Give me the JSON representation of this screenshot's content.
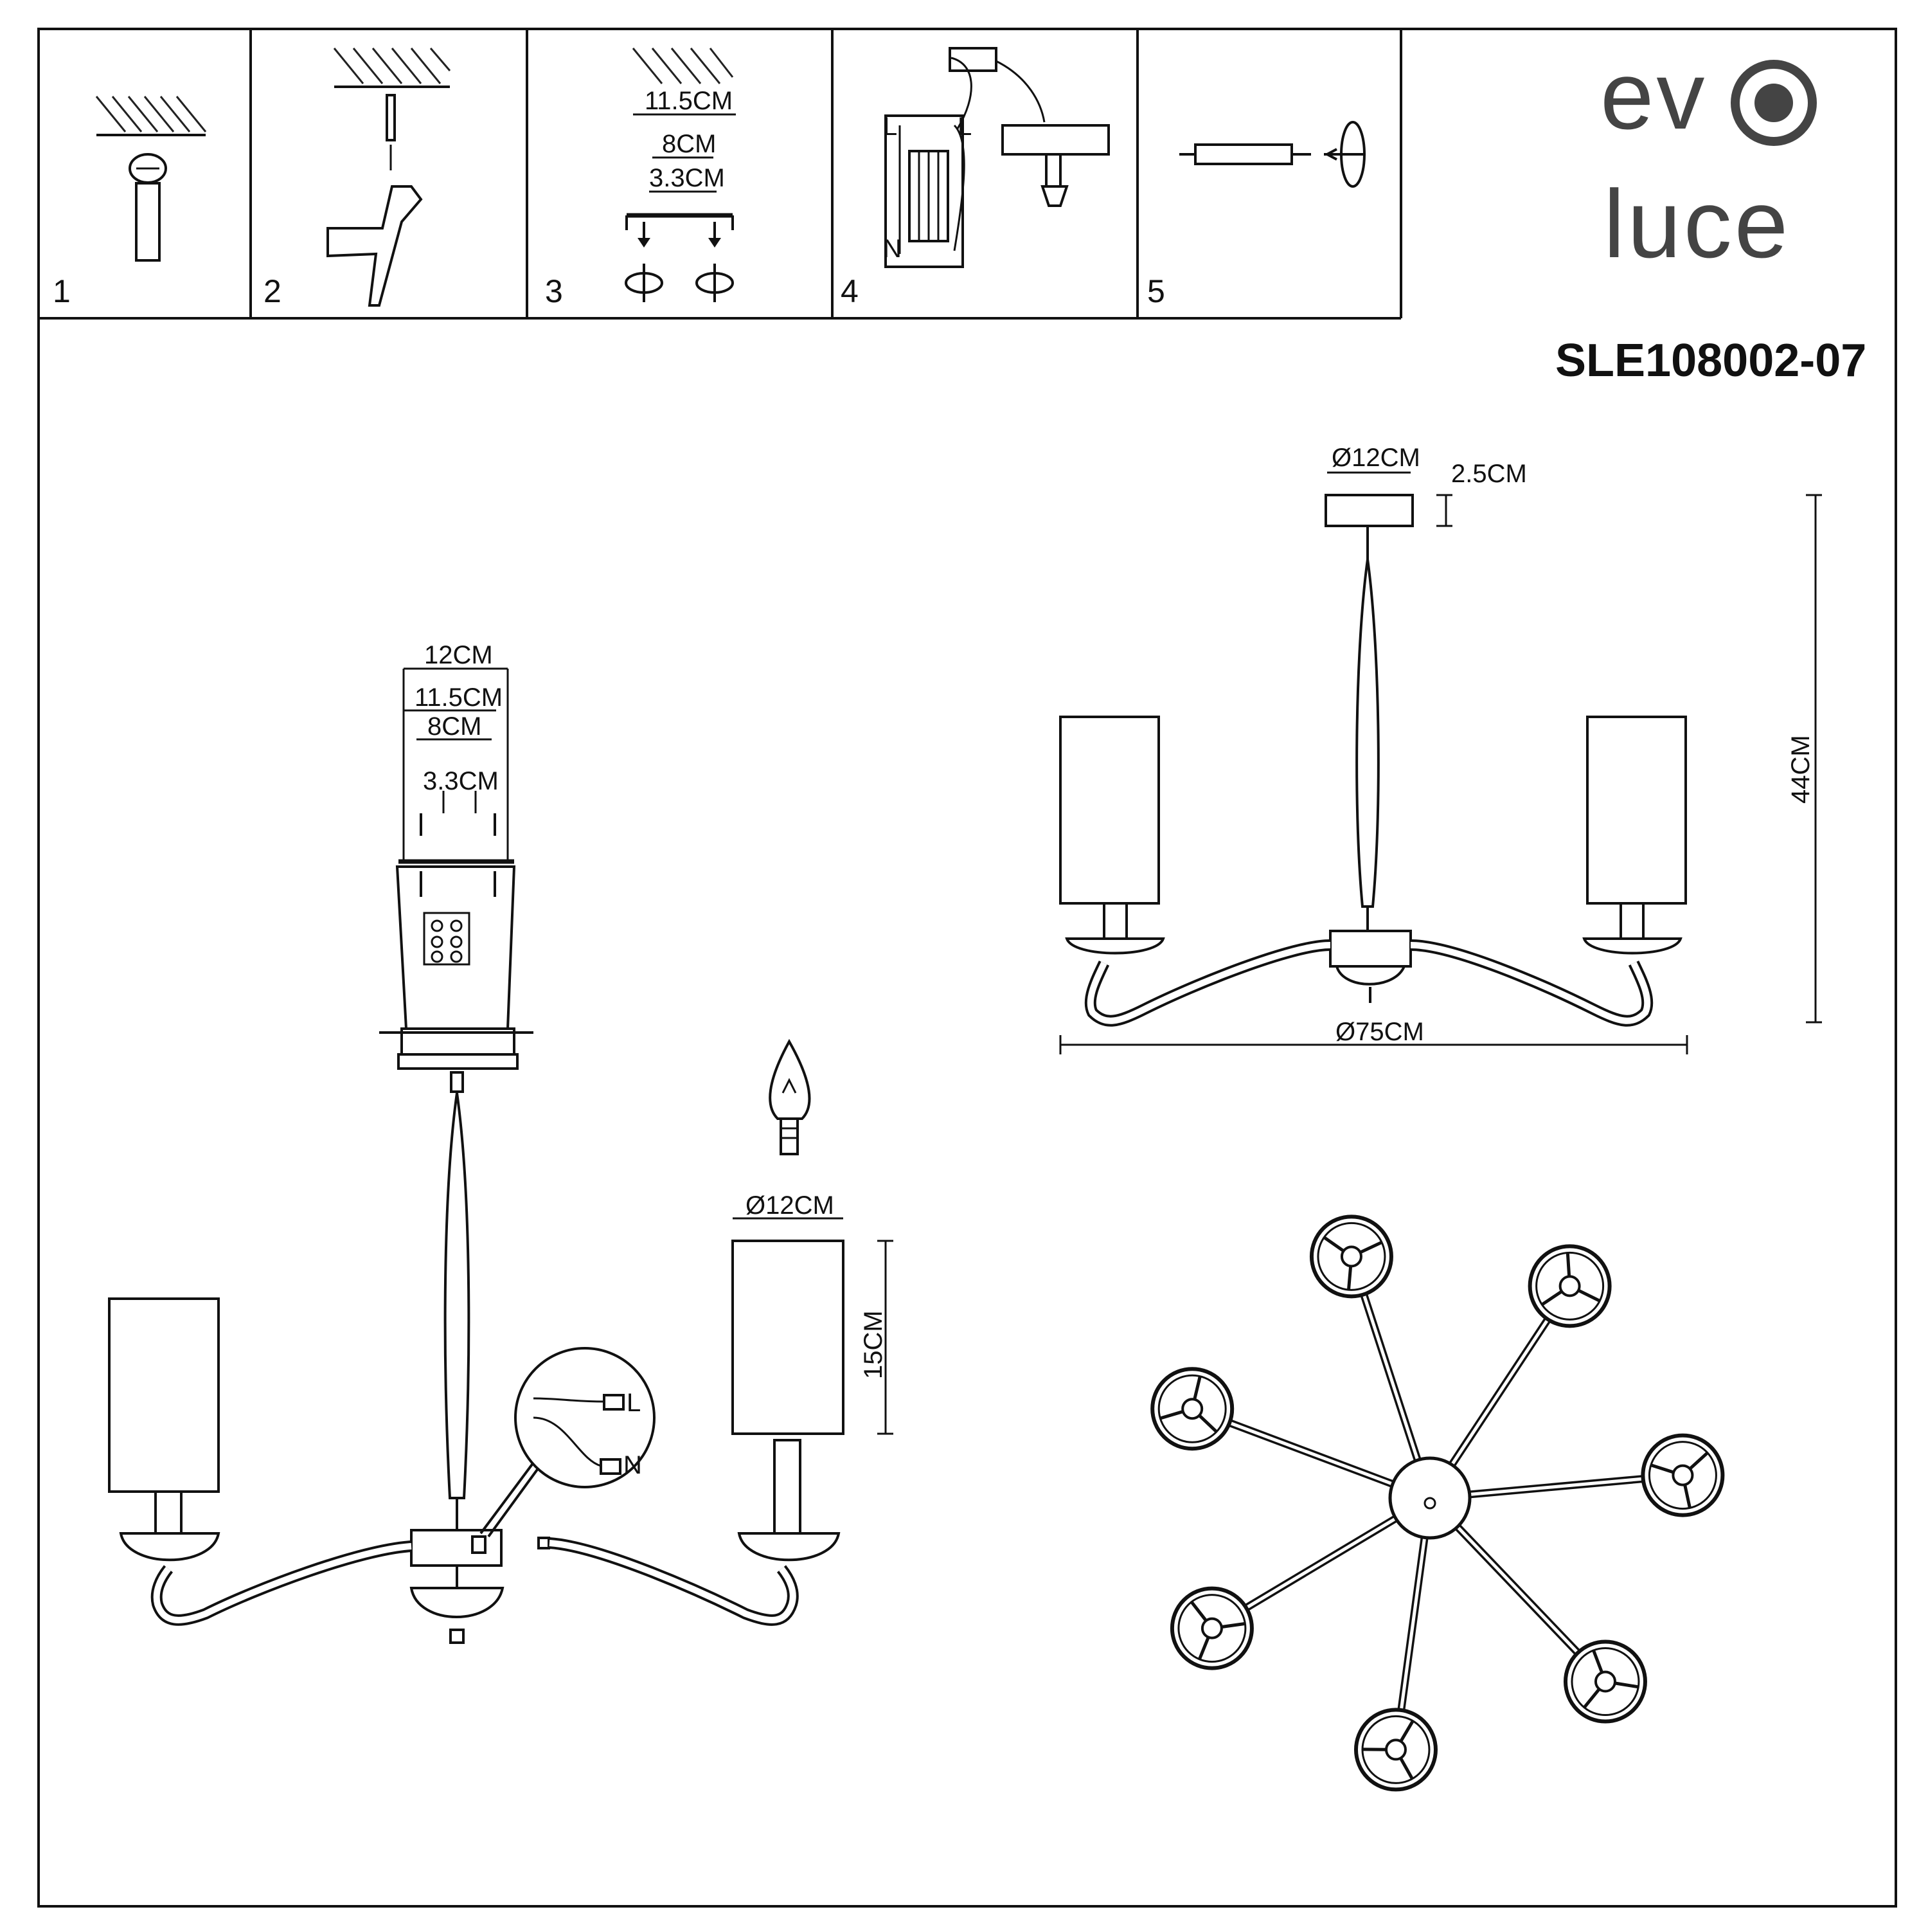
{
  "brand": {
    "line1": "ev",
    "line2": "luce",
    "model_code": "SLE108002-07",
    "logo_icon": "target-circle-icon"
  },
  "steps": [
    {
      "number": "1",
      "icon": "ceiling-anchor-screw-icon"
    },
    {
      "number": "2",
      "icon": "hammer-anchor-icon"
    },
    {
      "number": "3",
      "icon": "mounting-plate-screws-icon",
      "dims": [
        "11.5CM",
        "8CM",
        "3.3CM"
      ]
    },
    {
      "number": "4",
      "icon": "wiring-terminal-icon",
      "labels": [
        "L",
        "N",
        "L",
        "N"
      ]
    },
    {
      "number": "5",
      "icon": "bolt-nut-icon"
    }
  ],
  "side_view": {
    "canopy_diameter": "Ø12CM",
    "canopy_height": "2.5CM",
    "total_height": "44CM",
    "span_diameter": "Ø75CM"
  },
  "exploded_view": {
    "plate_dims": [
      "12CM",
      "11.5CM",
      "8CM",
      "3.3CM"
    ],
    "shade_diameter": "Ø12CM",
    "shade_height": "15CM",
    "wire_labels": [
      "L",
      "N"
    ]
  },
  "top_view": {
    "arms": 7
  }
}
